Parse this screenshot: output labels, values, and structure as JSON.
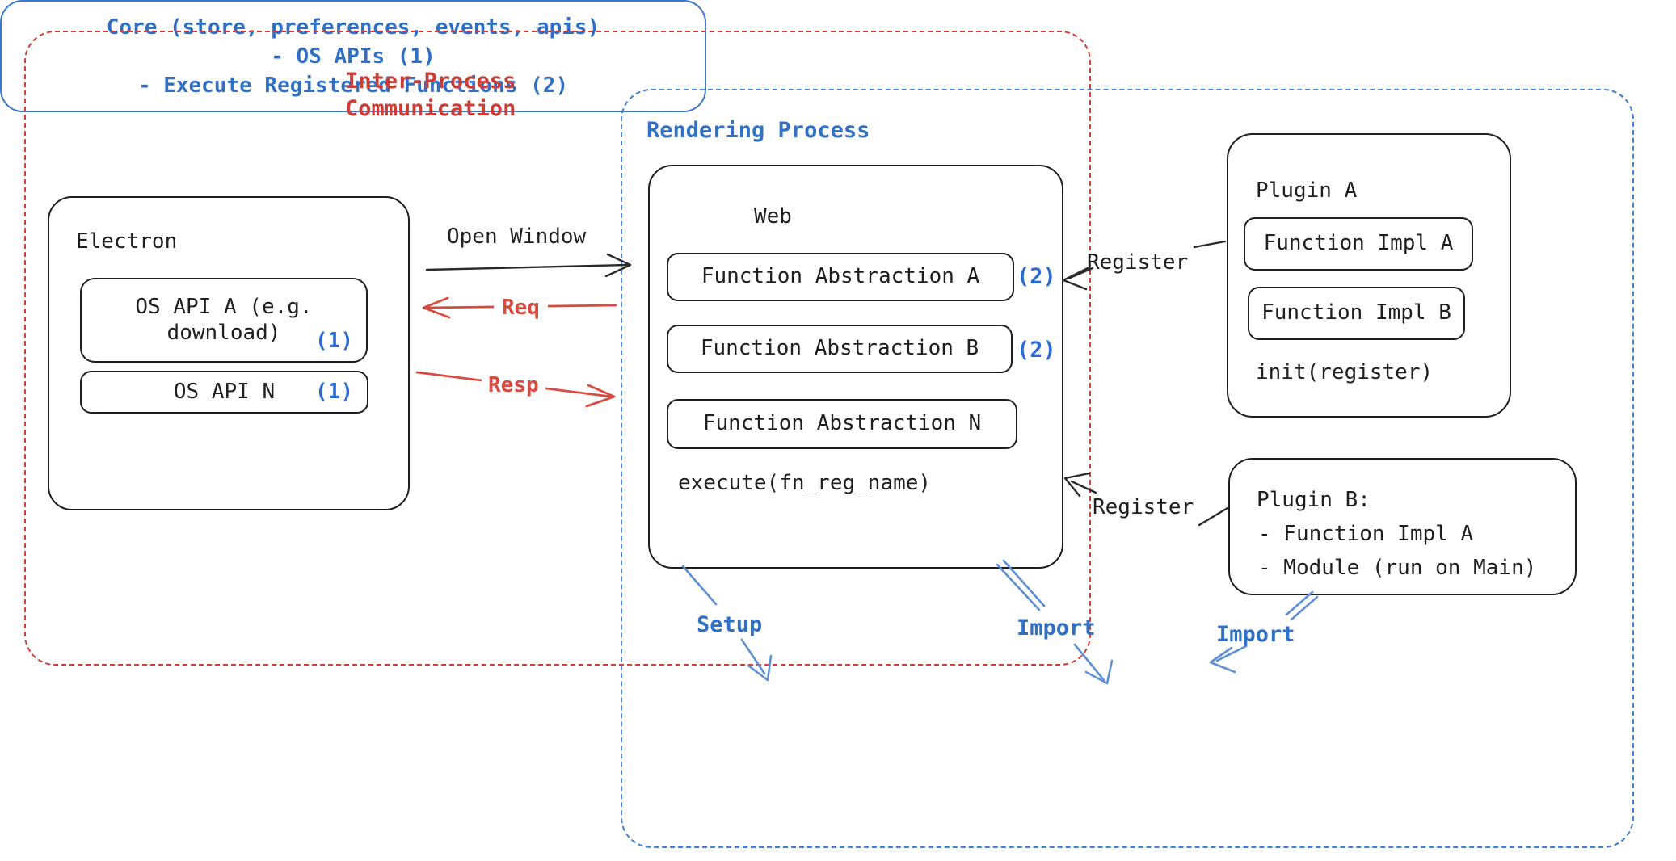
{
  "frames": {
    "ipc": {
      "label": "Inter-Process\nCommunication"
    },
    "rendering": {
      "label": "Rendering Process"
    }
  },
  "electron": {
    "title": "Electron",
    "os_api_a": {
      "line1": "OS API A (e.g.",
      "line2": "download)",
      "badge": "(1)"
    },
    "os_api_n": {
      "label": "OS API N",
      "badge": "(1)"
    }
  },
  "web": {
    "title": "Web",
    "items": [
      {
        "label": "Function Abstraction A",
        "badge": "(2)"
      },
      {
        "label": "Function Abstraction B",
        "badge": "(2)"
      },
      {
        "label": "Function Abstraction N"
      }
    ],
    "footer": "execute(fn_reg_name)"
  },
  "plugin_a": {
    "title": "Plugin A",
    "items": [
      "Function Impl A",
      "Function Impl B"
    ],
    "footer": "init(register)"
  },
  "plugin_b": {
    "title": "Plugin B:",
    "lines": [
      "- Function Impl A",
      "- Module (run on Main)"
    ]
  },
  "core": {
    "lines": [
      "Core (store, preferences, events, apis)",
      "- OS APIs (1)",
      "- Execute Registered Functions (2)"
    ]
  },
  "arrows": {
    "open_window": "Open Window",
    "req": "Req",
    "resp": "Resp",
    "register_top": "Register",
    "register_bottom": "Register",
    "setup": "Setup",
    "import_web": "Import",
    "import_plugin_b": "Import"
  },
  "colors": {
    "red_accent": "#d04038",
    "blue_accent": "#2e71c6",
    "blue_badge": "#2b6cd4",
    "blue_stroke": "#5e8fd6",
    "ink": "#1f1f1f"
  }
}
